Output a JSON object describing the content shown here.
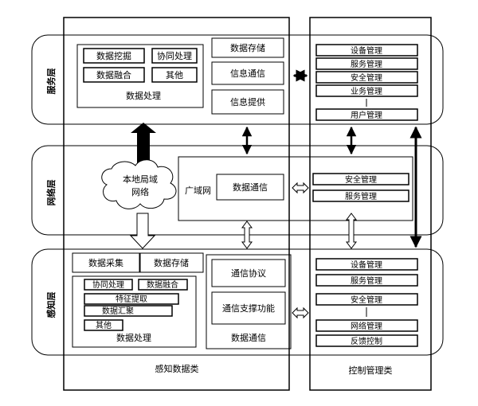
{
  "layers": {
    "service": "服务层",
    "network": "网络层",
    "perception": "感知层"
  },
  "columns": {
    "perception_data": "感知数据类",
    "control_management": "控制管理类"
  },
  "service_layer": {
    "data_processing": {
      "items": [
        "数据挖掘",
        "协同处理",
        "数据融合",
        "其他"
      ],
      "title": "数据处理"
    },
    "data_storage": "数据存储",
    "info_communication": "信息通信",
    "info_provision": "信息提供",
    "management": [
      "设备管理",
      "服务管理",
      "安全管理",
      "业务管理",
      "用户管理"
    ]
  },
  "network_layer": {
    "cloud_line1": "本地局域",
    "cloud_line2": "网络",
    "wan": "广域网",
    "data_communication": "数据通信",
    "security_management": "安全管理",
    "service_management": "服务管理"
  },
  "perception_layer": {
    "data_collection": "数据采集",
    "data_storage": "数据存储",
    "processing_items": [
      "协同处理",
      "数据融合",
      "特征提取",
      "数据汇聚",
      "其他"
    ],
    "processing_title": "数据处理",
    "comm_protocol": "通信协议",
    "comm_support": "通信支撑功能",
    "comm_title": "数据通信",
    "management": [
      "设备管理",
      "服务管理",
      "安全管理",
      "网络管理",
      "反馈控制"
    ]
  }
}
